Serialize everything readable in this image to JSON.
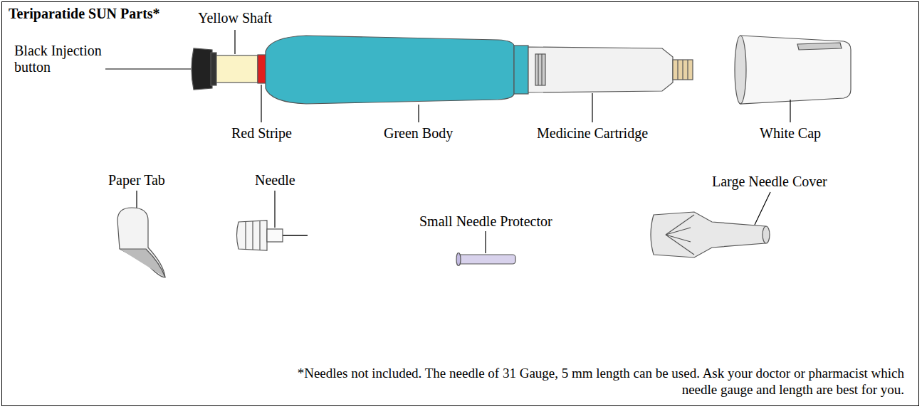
{
  "diagram": {
    "title": "Teriparatide SUN Parts*",
    "caption": "*Needles not included. The needle of 31 Gauge, 5 mm length can be used. Ask your doctor or pharmacist which needle gauge and length are best for you.",
    "labels": [
      "Black Injection button",
      "Yellow Shaft",
      "Red Stripe",
      "Green Body",
      "Medicine Cartridge",
      "White Cap",
      "Paper Tab",
      "Needle",
      "Small Needle Protector",
      "Large Needle Cover"
    ]
  }
}
